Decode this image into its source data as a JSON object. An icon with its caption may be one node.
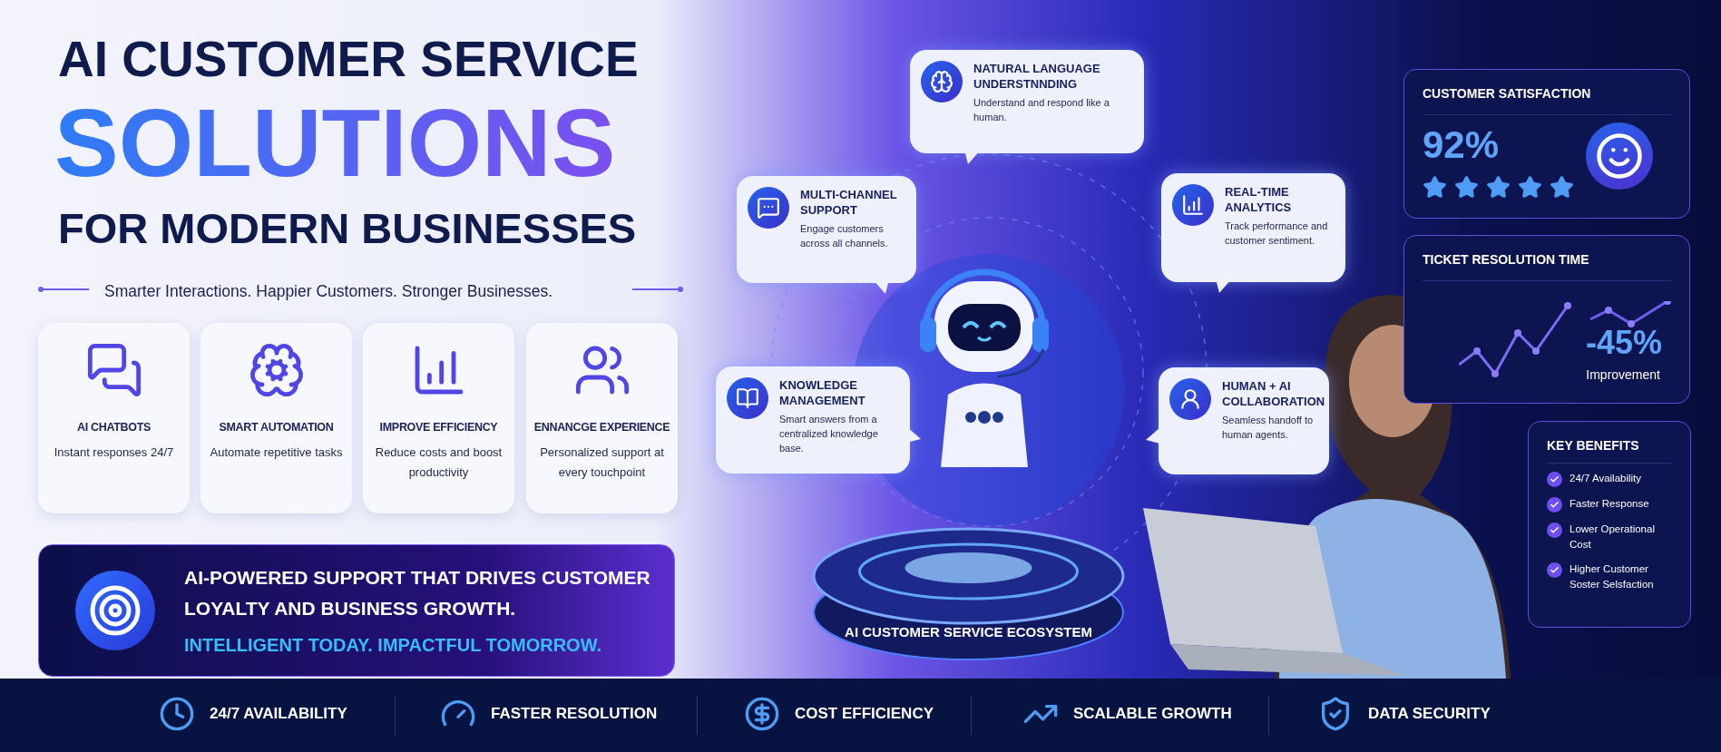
{
  "diagram": {
    "nodes": [
      {
        "text": [
          "AI CHATBOTS",
          "Instant responses 24/7"
        ]
      },
      {
        "text": [
          "SMART AUTOMATION",
          "Automate repetitive tasks"
        ]
      },
      {
        "text": [
          "IMPROVE EFFICIENCY",
          "Reduce costs and boost productivity"
        ]
      },
      {
        "text": [
          "ENNANCGE EXPERIENCE",
          "Personalized support at every touchpoint"
        ]
      },
      {
        "text": [
          "AI-POWERED SUPPORT THAT DRIVES CUSTOMER LOYALTY AND BUSINESS GROWTH.",
          "INTELLIGENT TODAY. IMPACTFUL TOMORROW."
        ]
      },
      {
        "text": [
          "NATURAL LANGUAGE UNDERSTNNDING",
          "Understand and respond like a human."
        ]
      },
      {
        "text": [
          "MULTI-CHANNEL SUPPORT",
          "Engage customers across all channels."
        ]
      },
      {
        "text": [
          "REAL-TIME ANALYTICS",
          "Track performance and customer sentiment."
        ]
      },
      {
        "text": [
          "KNOWLEDGE MANAGEMENT",
          "Smart answers from a centralized knowledge base."
        ]
      },
      {
        "text": [
          "HUMAN + AI COLLABORATION",
          "Seamless handoff to human agents."
        ]
      },
      {
        "text": [
          "AI CUSTOMER SERVICE ECOSYSTEM"
        ]
      },
      {
        "text": [
          "CUSTOMER SATISFACTION",
          "92%"
        ]
      },
      {
        "text": [
          "TICKET RESOLUTION TIME",
          "-45%",
          "Improvement"
        ]
      },
      {
        "text": [
          "KEY BENEFITS",
          "24/7 Availability",
          "Faster Response",
          "Lower Operational Cost",
          "Higher Customer Soster Selsfaction"
        ]
      }
    ],
    "labels": [
      "AI CUSTOMER SERVICE",
      "SOLUTIONS",
      "FOR MODERN BUSINESSES",
      "Smarter Interactions. Happier Customers. Stronger Businesses.",
      "24/7 AVAILABILITY",
      "FASTER RESOLUTION",
      "COST EFFICIENCY",
      "SCALABLE GROWTH",
      "DATA SECURITY"
    ]
  }
}
